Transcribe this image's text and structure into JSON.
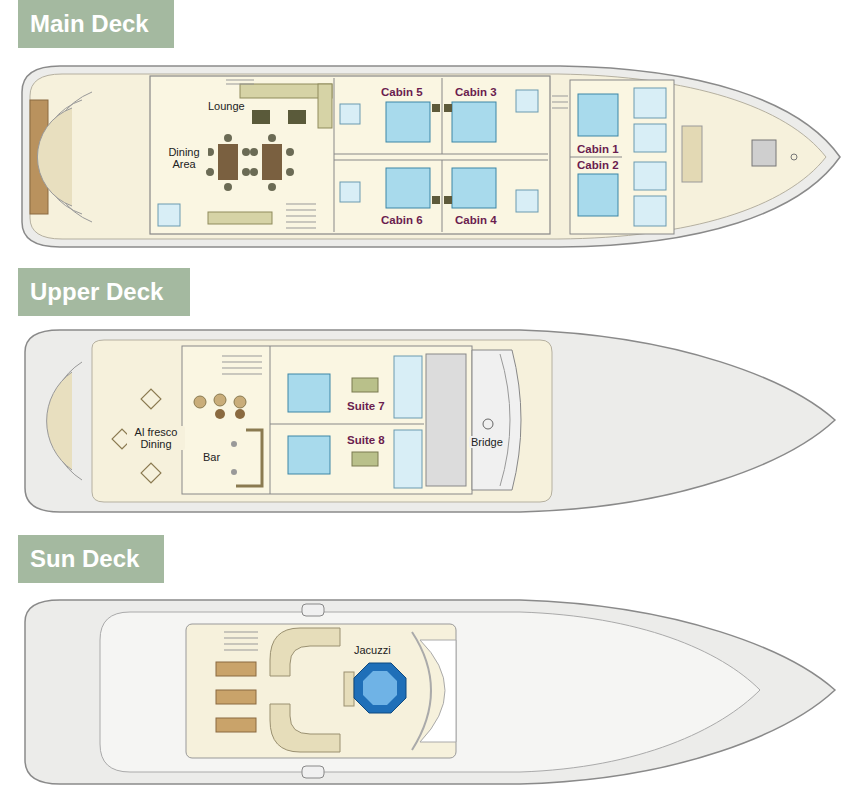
{
  "diagram": {
    "nodes": [
      {
        "text": [
          "Main Deck"
        ]
      },
      {
        "text": [
          "Upper Deck"
        ]
      },
      {
        "text": [
          "Sun Deck"
        ]
      }
    ],
    "labels": [
      "Lounge",
      "Cabin 5",
      "Cabin 3",
      "Dining Area",
      "Cabin 1",
      "Cabin 2",
      "Cabin 6",
      "Cabin 4",
      "Suite 7",
      "Al fresco Dining",
      "Bridge",
      "Bar",
      "Suite 8",
      "Jacuzzi"
    ]
  }
}
